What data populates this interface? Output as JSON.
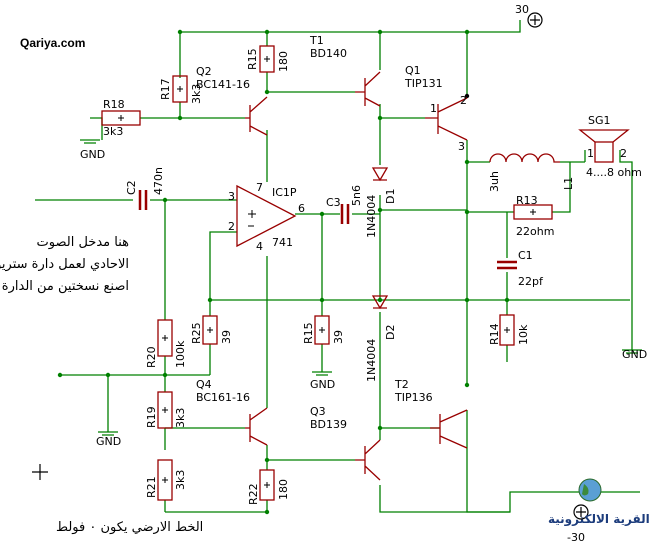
{
  "watermark": "Qariya.com",
  "logo_text": "القرية الالكترونية",
  "notes": {
    "input_note": [
      "هنا مدخل الصوت",
      "الاحادي لعمل دارة ستريو",
      "اصنع نسختين من الدارة"
    ],
    "ground_note": "الخط الارضي يكون ٠ فولط"
  },
  "supply": {
    "positive": "30",
    "negative": "-30",
    "gnd": "GND"
  },
  "components": {
    "T1": {
      "ref": "T1",
      "part": "BD140"
    },
    "Q1": {
      "ref": "Q1",
      "part": "TIP131"
    },
    "Q2": {
      "ref": "Q2",
      "part": "BC141-16"
    },
    "Q3": {
      "ref": "Q3",
      "part": "BD139"
    },
    "Q4": {
      "ref": "Q4",
      "part": "BC161-16"
    },
    "T2": {
      "ref": "T2",
      "part": "TIP136"
    },
    "IC1": {
      "ref": "IC1P",
      "part": "741"
    },
    "R15top": {
      "ref": "R15",
      "value": "180"
    },
    "R17": {
      "ref": "R17",
      "value": "3k3"
    },
    "R18": {
      "ref": "R18",
      "value": "3k3"
    },
    "C2": {
      "ref": "C2",
      "value": "470n"
    },
    "C3": {
      "ref": "C3",
      "value": "5n6"
    },
    "D1": {
      "ref": "D1",
      "part": "1N4004"
    },
    "D2": {
      "ref": "D2",
      "part": "1N4004"
    },
    "R13": {
      "ref": "R13",
      "value": "22ohm"
    },
    "C1": {
      "ref": "C1",
      "value": "22pf"
    },
    "L1": {
      "ref": "L1",
      "value": "3uh"
    },
    "SG1": {
      "ref": "SG1",
      "value": "4....8 ohm"
    },
    "R14": {
      "ref": "R14",
      "value": "10k"
    },
    "R20": {
      "ref": "R20",
      "value": "100k"
    },
    "R25": {
      "ref": "R25",
      "value": "39"
    },
    "R15mid": {
      "ref": "R15",
      "value": "39"
    },
    "R19": {
      "ref": "R19",
      "value": "3k3"
    },
    "R21": {
      "ref": "R21",
      "value": "3k3"
    },
    "R22": {
      "ref": "R22",
      "value": "180"
    }
  },
  "pins": {
    "p1": "1",
    "p2": "2",
    "p3": "3",
    "p4": "4",
    "p6": "6",
    "p7": "7"
  },
  "colors": {
    "wire": "#008000",
    "symbol": "#990000",
    "text": "#000000",
    "junction": "#008000"
  }
}
